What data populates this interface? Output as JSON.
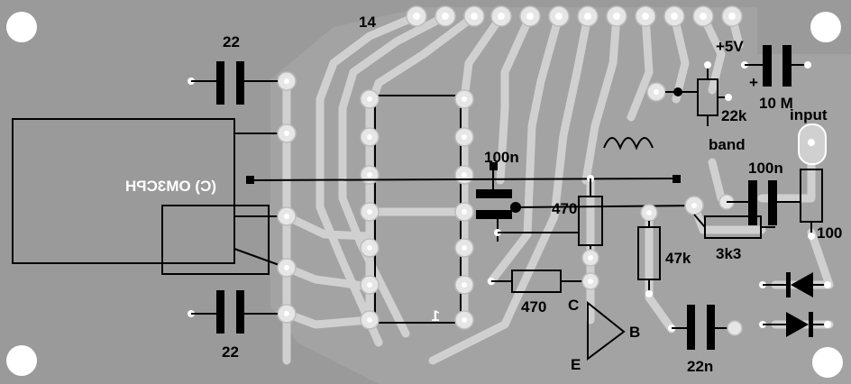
{
  "board": {
    "colors": {
      "substrate": "#9a9a9a",
      "copper": "#d0d0d0",
      "silk": "#000000",
      "hole": "#ffffff"
    }
  },
  "labels": {
    "ic_pin14": "14",
    "ic_pin1": "1",
    "cap_top_left": "22",
    "cap_bottom_left": "22",
    "supply": "+5V",
    "electrolytic": "10 M",
    "trimmer": "22k",
    "input": "input",
    "band": "band",
    "cap_input": "100n",
    "cap_center": "100n",
    "res_center_top": "470",
    "res_center_bottom": "470",
    "res_47k": "47k",
    "res_3k3": "3k3",
    "res_100": "100",
    "cap_22n": "22n",
    "transistor_c": "C",
    "transistor_b": "B",
    "transistor_e": "E",
    "copyright": "(C) OM3CPH"
  }
}
